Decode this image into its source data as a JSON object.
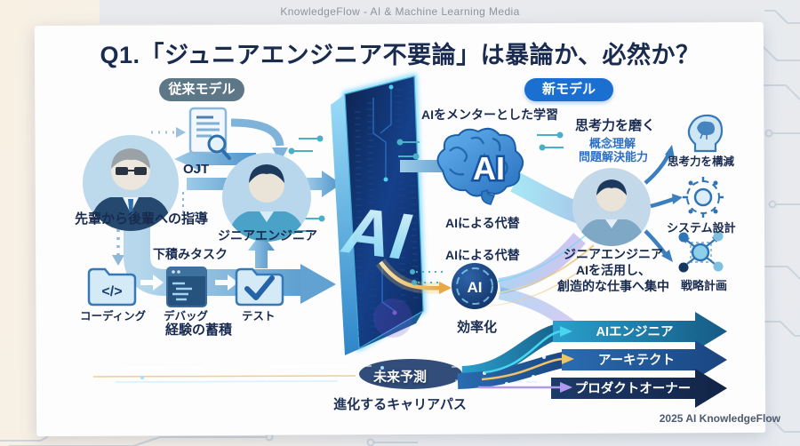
{
  "header": {
    "site_title": "KnowledgeFlow - AI & Machine Learning Media"
  },
  "title": "Q1.「ジュニアエンジニア不要論」は暴論か、必然か？",
  "legacy": {
    "badge": "従来モデル",
    "ojt_label": "OJT",
    "senior_caption": "先輩から後輩への指導",
    "junior_caption": "ジニアエンジニア",
    "tasks_title": "下積みタスク",
    "steps": [
      "コーディング",
      "デバッグ",
      "テスト"
    ],
    "code_glyph": "</>",
    "experience_caption": "経験の蓄積"
  },
  "chip": {
    "label": "AI"
  },
  "new_model": {
    "badge": "新モデル",
    "mentor_caption": "AIをメンターとした学習",
    "brain_label": "AI",
    "replace_caption_top": "AIによる代替",
    "replace_caption_bottom": "AIによる代替",
    "ai_badge_label": "AI",
    "efficiency_caption": "効率化",
    "growth_title": "思考力を磨く",
    "growth_points": [
      "概念理解",
      "問題解決能力"
    ],
    "outcomes": [
      "思考力を構減",
      "システム設計",
      "戦略計画"
    ],
    "person_caption_lines": [
      "ジニアエンジニア",
      "AIを活用し、",
      "創造的な仕事へ集中"
    ]
  },
  "future": {
    "band_label": "未来予測",
    "caption": "進化するキャリアパス",
    "careers": [
      "AIエンジニア",
      "アーキテクト",
      "プロダクトオーナー"
    ]
  },
  "footer": {
    "credit": "2025 AI KnowledgeFlow"
  },
  "colors": {
    "accent_blue": "#1a6fd0",
    "slate_badge": "#5e7787",
    "navy_text": "#1a2b50",
    "link_blue": "#2e6fc2",
    "career_teal": "#1d7fae",
    "career_blue": "#1d4f8c",
    "career_navy": "#152c55"
  }
}
